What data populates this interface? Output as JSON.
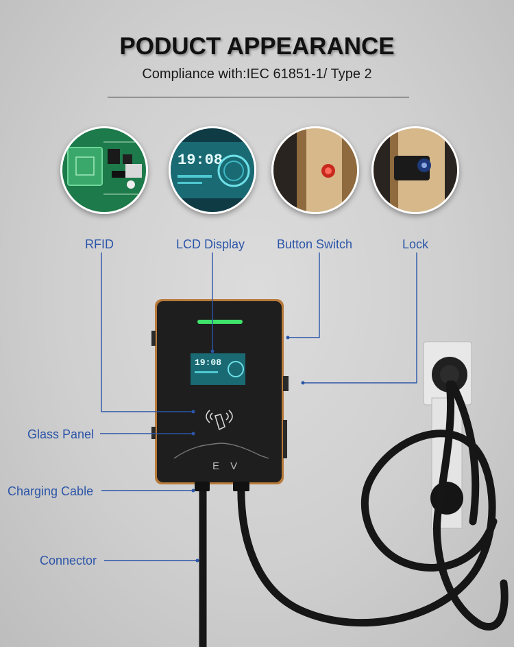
{
  "header": {
    "title": "PODUCT APPEARANCE",
    "subtitle": "Compliance with:IEC 61851-1/ Type 2"
  },
  "features": [
    {
      "label": "RFID",
      "icon": "rfid-board-icon"
    },
    {
      "label": "LCD Display",
      "icon": "lcd-screen-icon",
      "display_time": "19:08"
    },
    {
      "label": "Button Switch",
      "icon": "emergency-button-icon"
    },
    {
      "label": "Lock",
      "icon": "key-lock-icon"
    }
  ],
  "callouts": {
    "glass_panel": "Glass Panel",
    "charging_cable": "Charging Cable",
    "connector": "Connector"
  },
  "device": {
    "screen_time": "19:08",
    "badge": "E V",
    "led_color": "#3fe36a",
    "body_color": "#1e1e1e",
    "trim_color": "#b87a3a"
  },
  "colors": {
    "label_blue": "#2c55a8",
    "leader_line": "#2c55a8"
  }
}
